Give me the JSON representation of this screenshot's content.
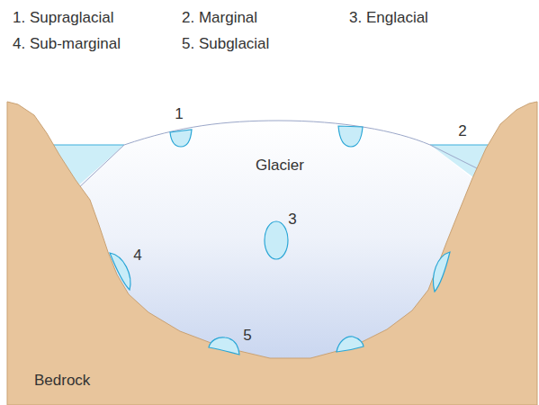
{
  "diagram": {
    "labels": [
      "1. Supraglacial",
      "2. Marginal",
      "3. Englacial",
      "4. Sub-marginal",
      "5. Subglacial",
      "1",
      "2",
      "Glacier",
      "3",
      "4",
      "5",
      "Bedrock"
    ]
  }
}
